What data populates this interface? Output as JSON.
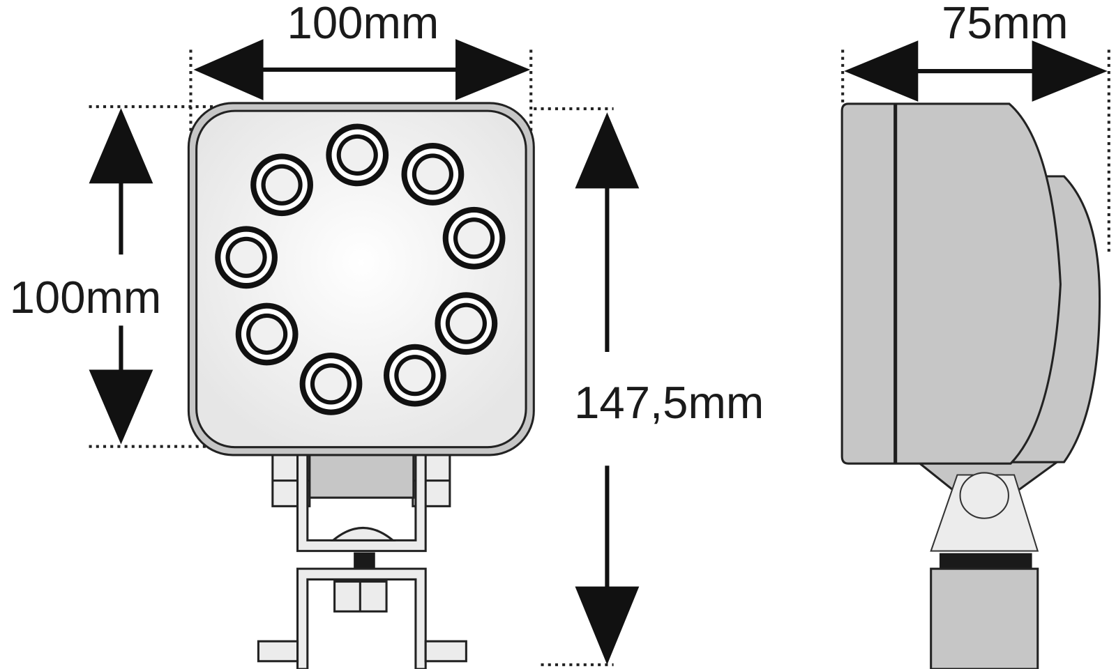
{
  "dimensions": {
    "front_width": "100mm",
    "front_height": "100mm",
    "total_height": "147,5mm",
    "side_depth": "75mm"
  },
  "colors": {
    "housing": "#c6c6c6",
    "line": "#1e1e1e",
    "lens": "#f2f2f2",
    "light": "#e8e8e8"
  }
}
